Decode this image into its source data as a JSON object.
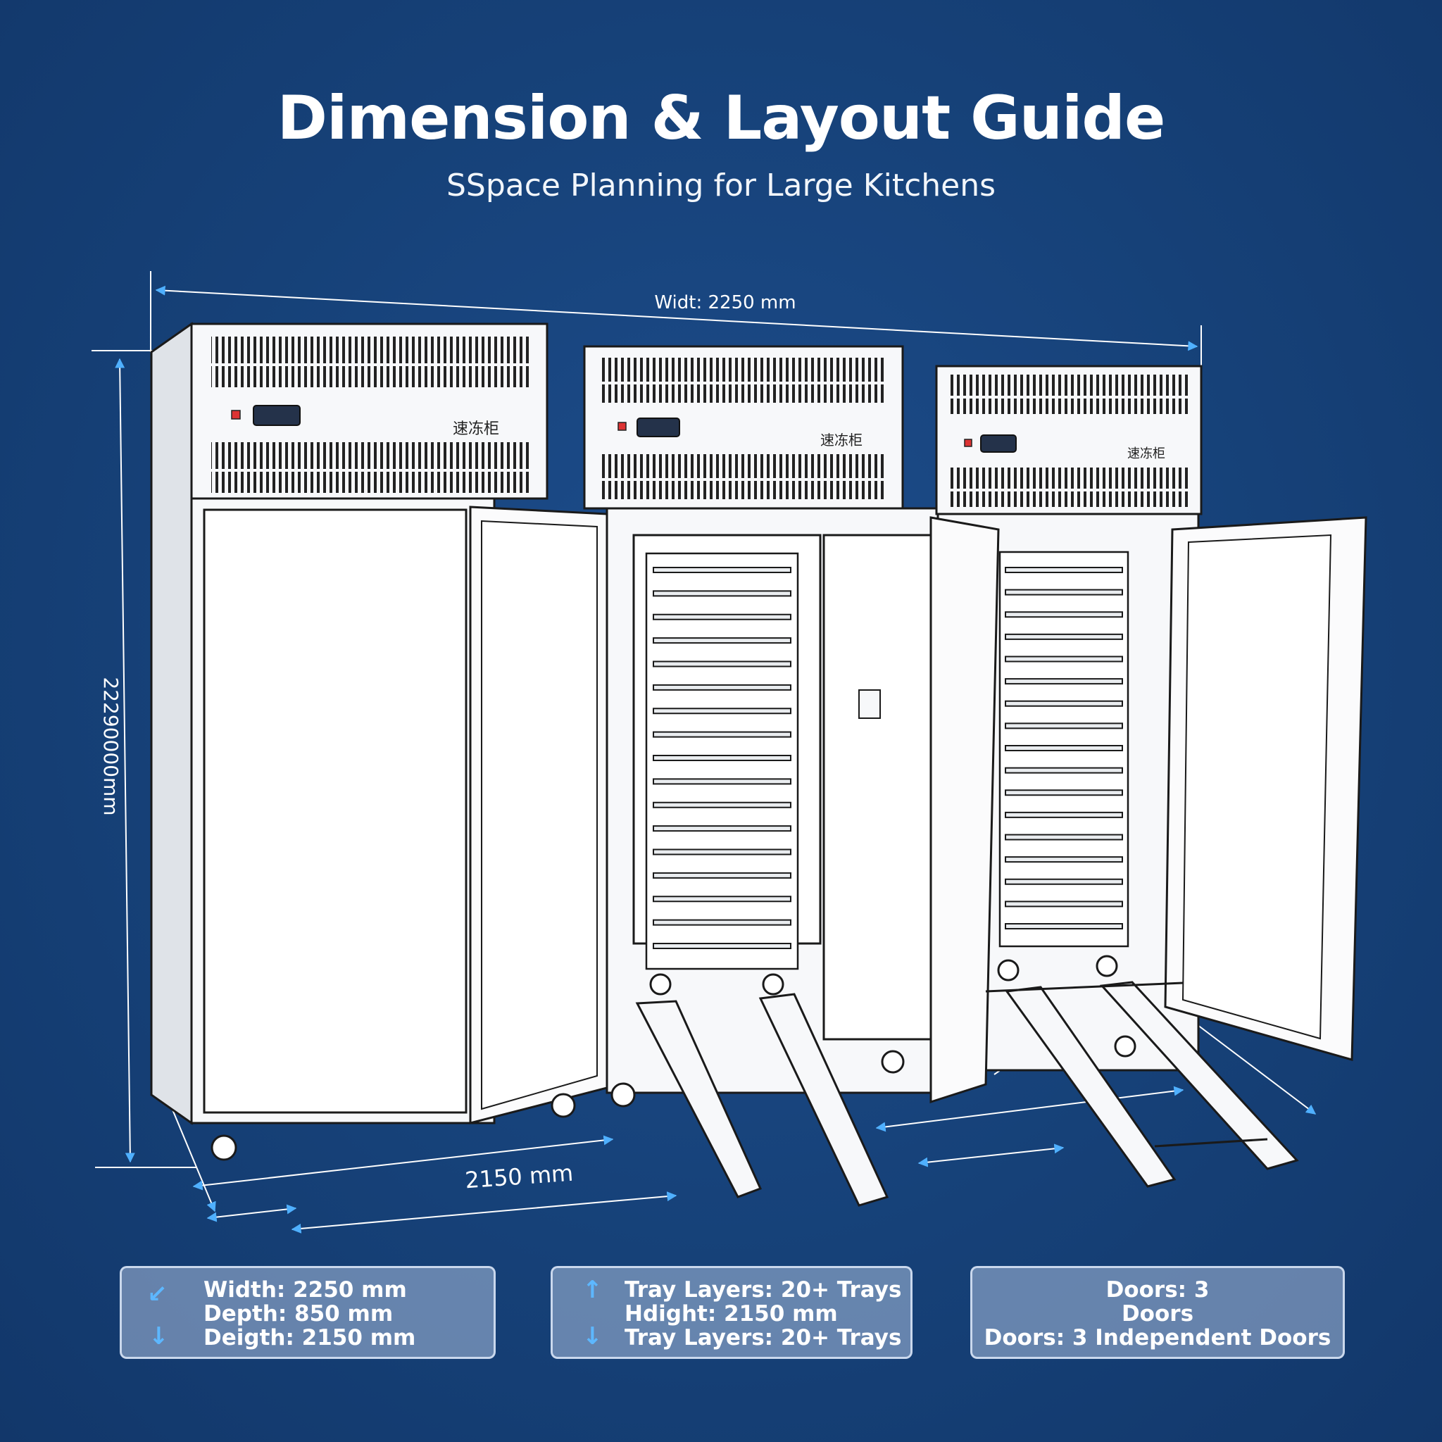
{
  "header": {
    "title": "Dimension & Layout Guide",
    "subtitle": "SSpace Planning for Large Kitchens"
  },
  "dimensions": {
    "width_label": "Widt: 2250 mm",
    "height_label": "22290000mm",
    "depth_label": "2150 mm"
  },
  "unit_labels": [
    "速冻柜",
    "速冻柜",
    "速冻柜"
  ],
  "info_boxes": [
    {
      "lines": [
        "Width: 2250 mm",
        "Depth: 850 mm",
        "Deigth: 2150 mm"
      ]
    },
    {
      "lines": [
        "Tray Layers: 20+ Trays",
        "Hdight: 2150 mm",
        "Tray Layers:  20+ Trays"
      ]
    },
    {
      "lines": [
        "Doors: 3",
        "Doors",
        "Doors: 3 Independent Doors"
      ]
    }
  ],
  "icons": {
    "box1_top": "diagonal-arrow-icon",
    "box1_bottom": "down-arrow-icon",
    "box2_top": "up-arrow-icon",
    "box2_bottom": "down-arrow-icon"
  },
  "colors": {
    "background": "#164178",
    "line": "#ffffff",
    "dimension_arrow": "#4fb0ff",
    "cabinet_fill": "#f7f8fa"
  }
}
